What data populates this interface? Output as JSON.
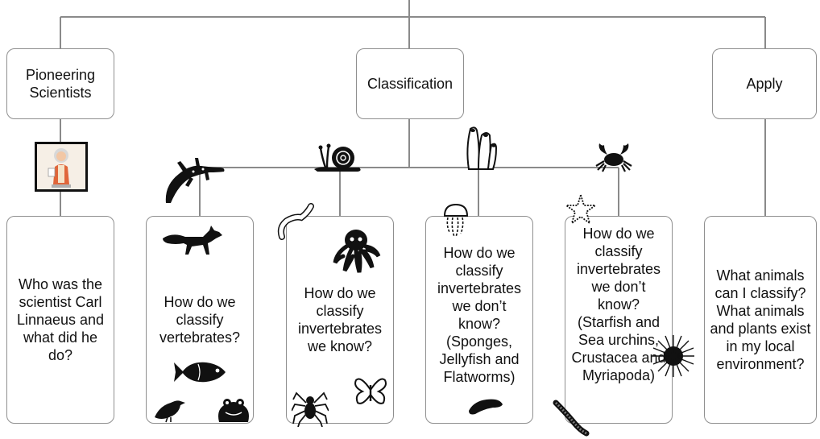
{
  "top_nodes": {
    "pioneering": "Pioneering Scientists",
    "classification": "Classification",
    "apply": "Apply"
  },
  "cards": {
    "linnaeus": "Who was the scientist Carl Linnaeus and what did he do?",
    "vertebrates": "How do we classify vertebrates?",
    "known_invertebrates": "How do we classify invertebrates we know?",
    "unknown_invertebrates_1": "How do we classify invertebrates we don’t know? (Sponges, Jellyfish and Flatworms)",
    "unknown_invertebrates_2": "How do we classify invertebrates we don’t know? (Starfish and Sea urchins, Crustacea and Myriapoda)",
    "local_environment": "What animals can I classify? What animals and plants exist in my local environment?"
  },
  "colors": {
    "connector": "#8a8a8a",
    "box_border": "#8f8f8f",
    "silhouette": "#111111"
  },
  "icons": [
    "linnaeus-portrait-icon",
    "lizard-icon",
    "snail-icon",
    "sponge-icon",
    "crab-icon",
    "fox-icon",
    "fish-icon",
    "bird-icon",
    "frog-icon",
    "worm-icon",
    "octopus-icon",
    "spider-icon",
    "butterfly-icon",
    "jellyfish-icon",
    "flatworm-icon",
    "starfish-icon",
    "sea-urchin-icon",
    "millipede-icon"
  ]
}
